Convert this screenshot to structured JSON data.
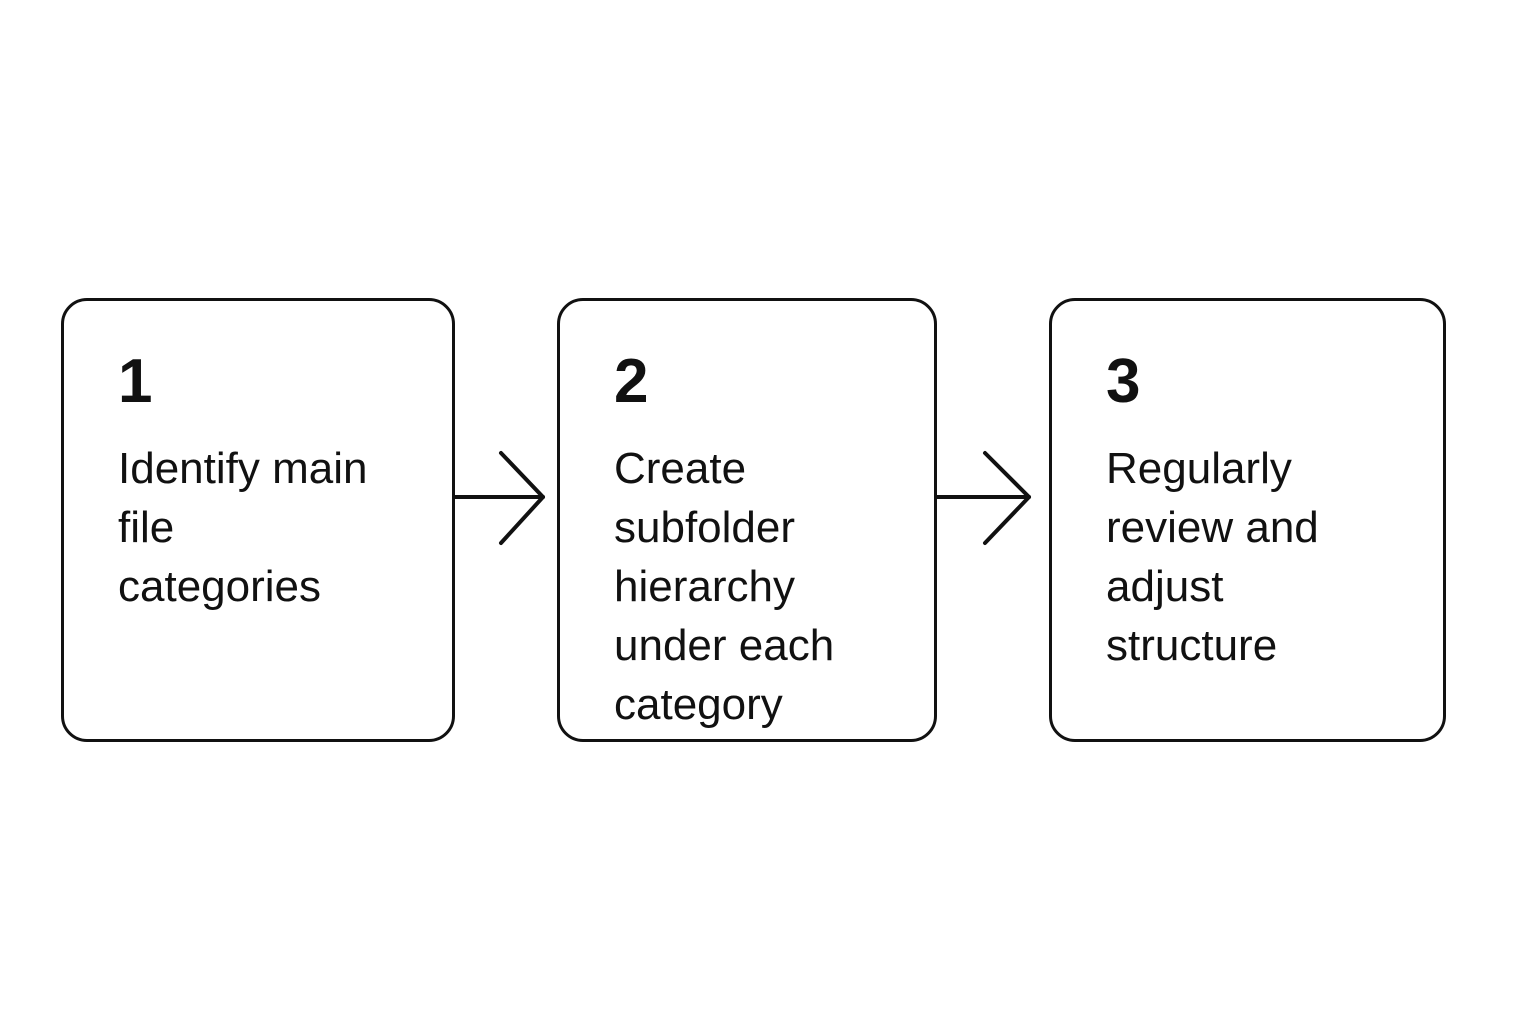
{
  "diagram": {
    "steps": [
      {
        "number": "1",
        "lines": [
          "Identify main",
          "file",
          "categories"
        ]
      },
      {
        "number": "2",
        "lines": [
          "Create",
          "subfolder",
          "hierarchy",
          "under each",
          "category"
        ]
      },
      {
        "number": "3",
        "lines": [
          "Regularly",
          "review and",
          "adjust",
          "structure"
        ]
      }
    ],
    "connectors": [
      {
        "from": "1",
        "to": "2",
        "icon": "arrow-right-icon"
      },
      {
        "from": "2",
        "to": "3",
        "icon": "arrow-right-icon"
      }
    ],
    "colors": {
      "stroke": "#111111",
      "background": "#ffffff",
      "text": "#111111"
    }
  }
}
